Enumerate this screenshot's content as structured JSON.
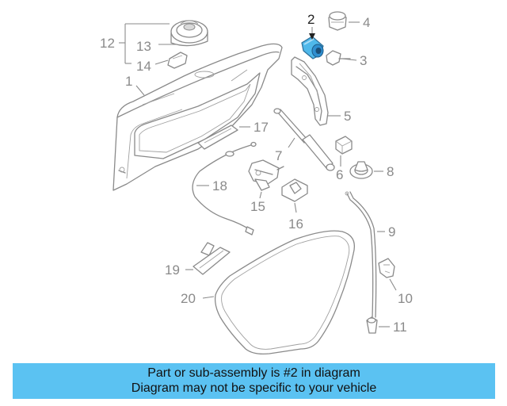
{
  "diagram": {
    "highlighted_part": "2",
    "highlight_color": "#4fb8ea",
    "callouts": {
      "c1": "1",
      "c2": "2",
      "c3": "3",
      "c4": "4",
      "c5": "5",
      "c6": "6",
      "c7": "7",
      "c8": "8",
      "c9": "9",
      "c10": "10",
      "c11": "11",
      "c12": "12",
      "c13": "13",
      "c14": "14",
      "c15": "15",
      "c16": "16",
      "c17": "17",
      "c18": "18",
      "c19": "19",
      "c20": "20"
    }
  },
  "banner": {
    "line1": "Part or sub-assembly is #2 in diagram",
    "line2": "Diagram may not be specific to your vehicle",
    "background": "#5bc2f2"
  }
}
